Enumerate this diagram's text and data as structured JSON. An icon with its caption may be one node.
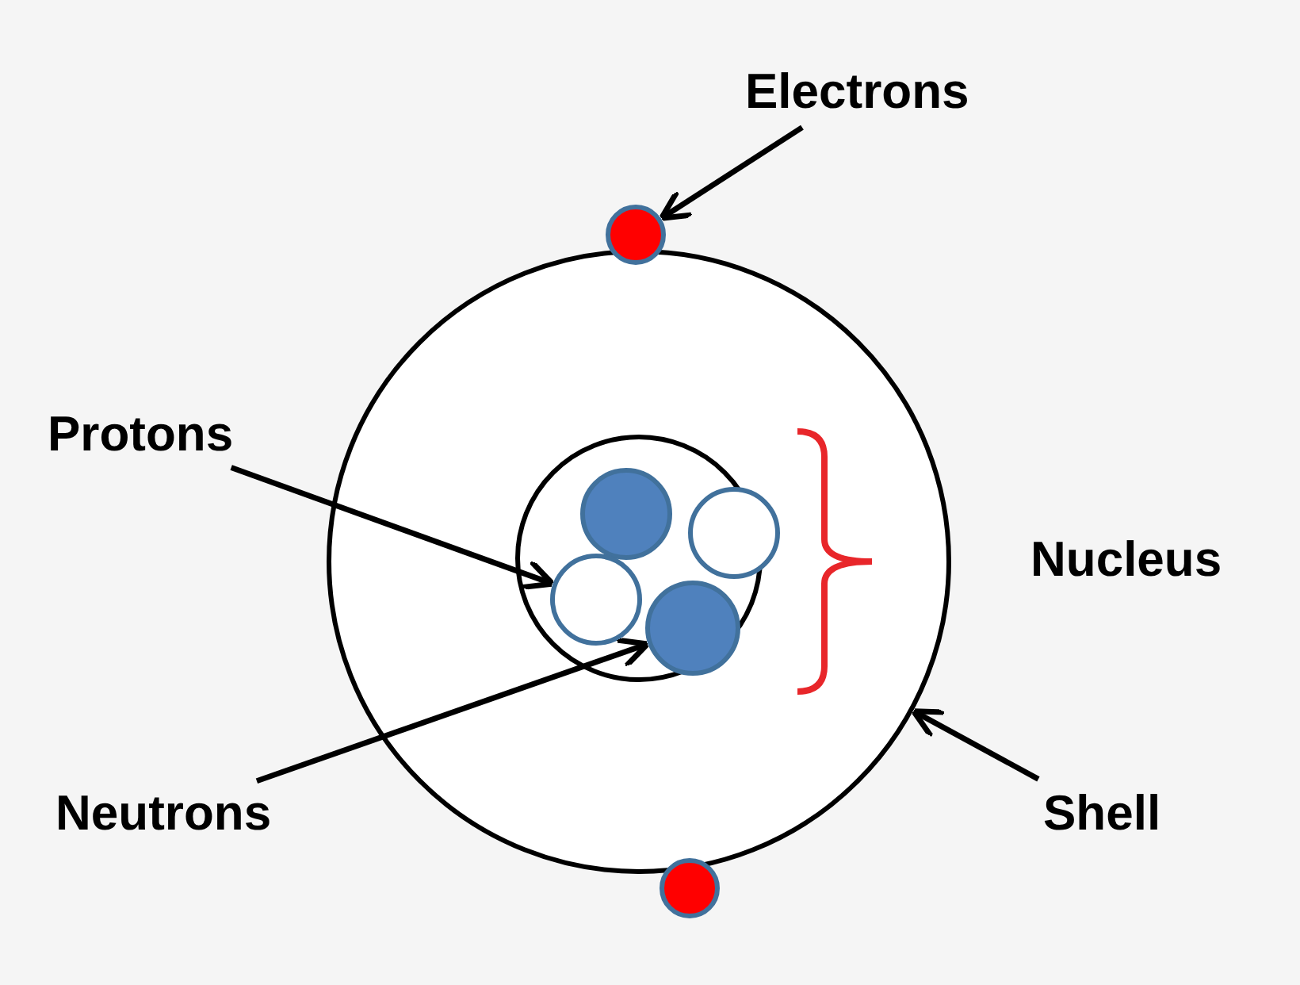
{
  "diagram": {
    "nodes": [
      {
        "text": [
          "Electrons"
        ]
      },
      {
        "text": [],
        "shape": "circle"
      },
      {
        "text": [],
        "shape": "circle"
      },
      {
        "text": [
          "Protons"
        ]
      },
      {
        "text": [],
        "shape": "circle",
        "in": 2
      },
      {
        "text": [],
        "shape": "circle",
        "in": 4
      },
      {
        "text": [],
        "shape": "circle",
        "in": 4
      },
      {
        "text": [],
        "shape": "circle",
        "in": 4
      },
      {
        "text": [],
        "shape": "circle",
        "in": 4
      },
      {
        "text": [
          "Neutrons"
        ]
      },
      {
        "text": [
          "Shell"
        ]
      },
      {
        "text": [],
        "shape": "circle"
      }
    ],
    "edges": [
      {
        "from": 0,
        "to": 1,
        "arrow": "to"
      },
      {
        "from": 3,
        "to": 7,
        "arrow": "to"
      },
      {
        "from": 9,
        "to": 8,
        "arrow": "to"
      },
      {
        "from": 10,
        "to": 2,
        "arrow": "to"
      }
    ],
    "labels": [
      "Nucleus"
    ]
  }
}
